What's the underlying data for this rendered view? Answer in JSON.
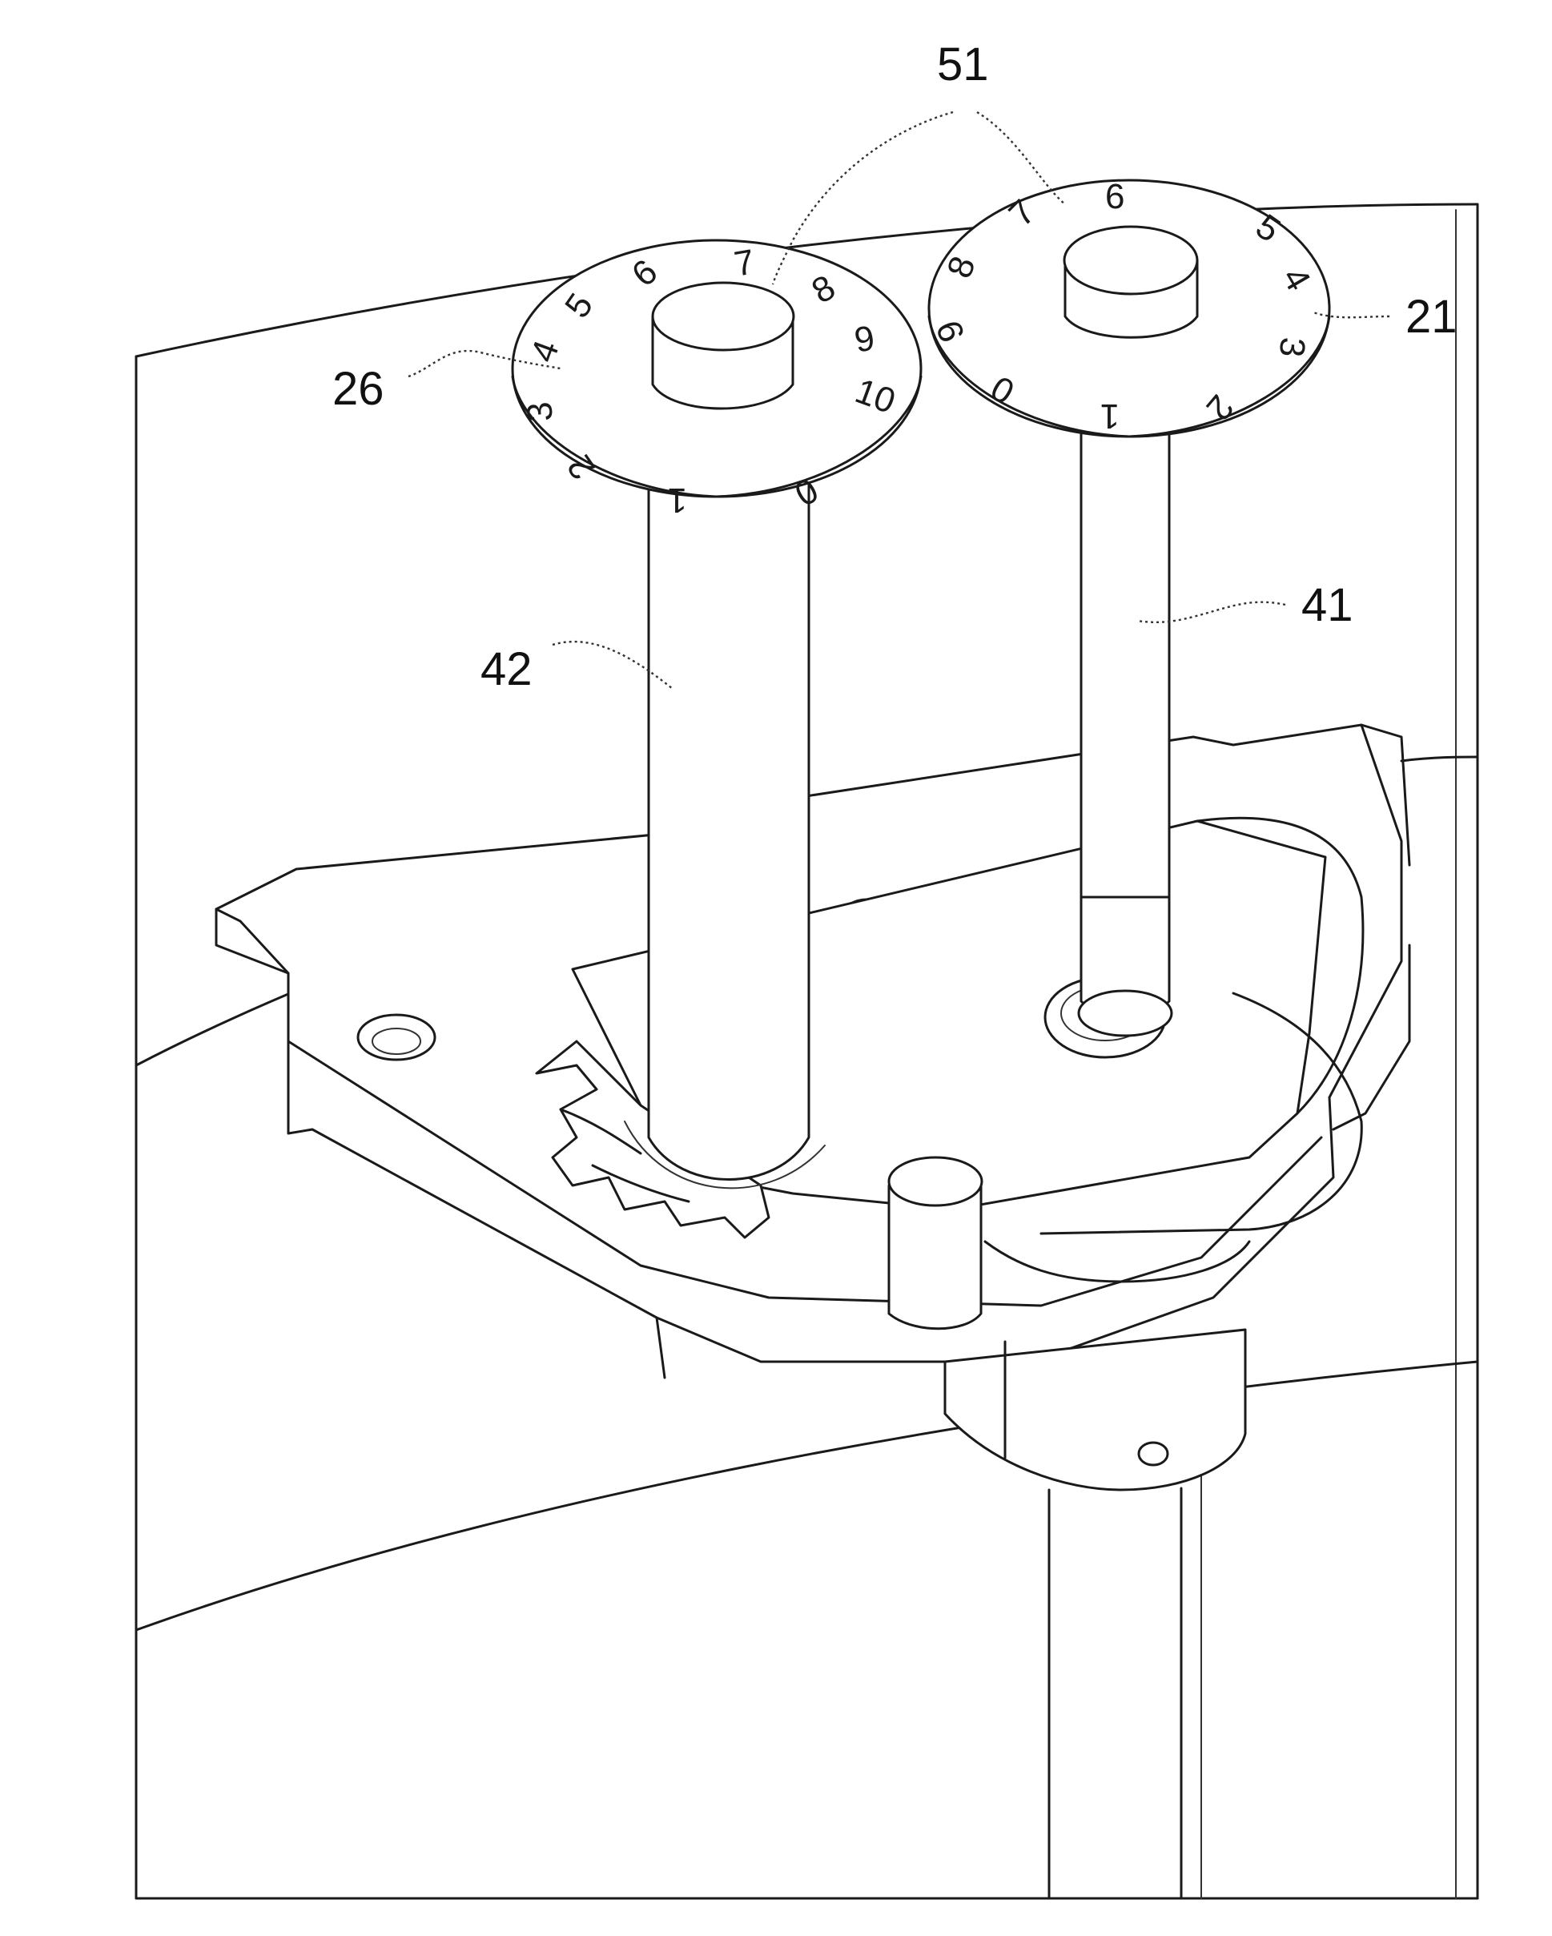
{
  "figure": {
    "reference_labels": {
      "r51": "51",
      "r26": "26",
      "r21": "21",
      "r42": "42",
      "r41": "41"
    },
    "left_dial_numbers": [
      "5",
      "4",
      "3",
      "2",
      "1",
      "0",
      "10",
      "9",
      "8",
      "7",
      "6"
    ],
    "right_dial_numbers": [
      "5",
      "4",
      "3",
      "2",
      "1",
      "0",
      "9",
      "8",
      "7",
      "6"
    ]
  }
}
